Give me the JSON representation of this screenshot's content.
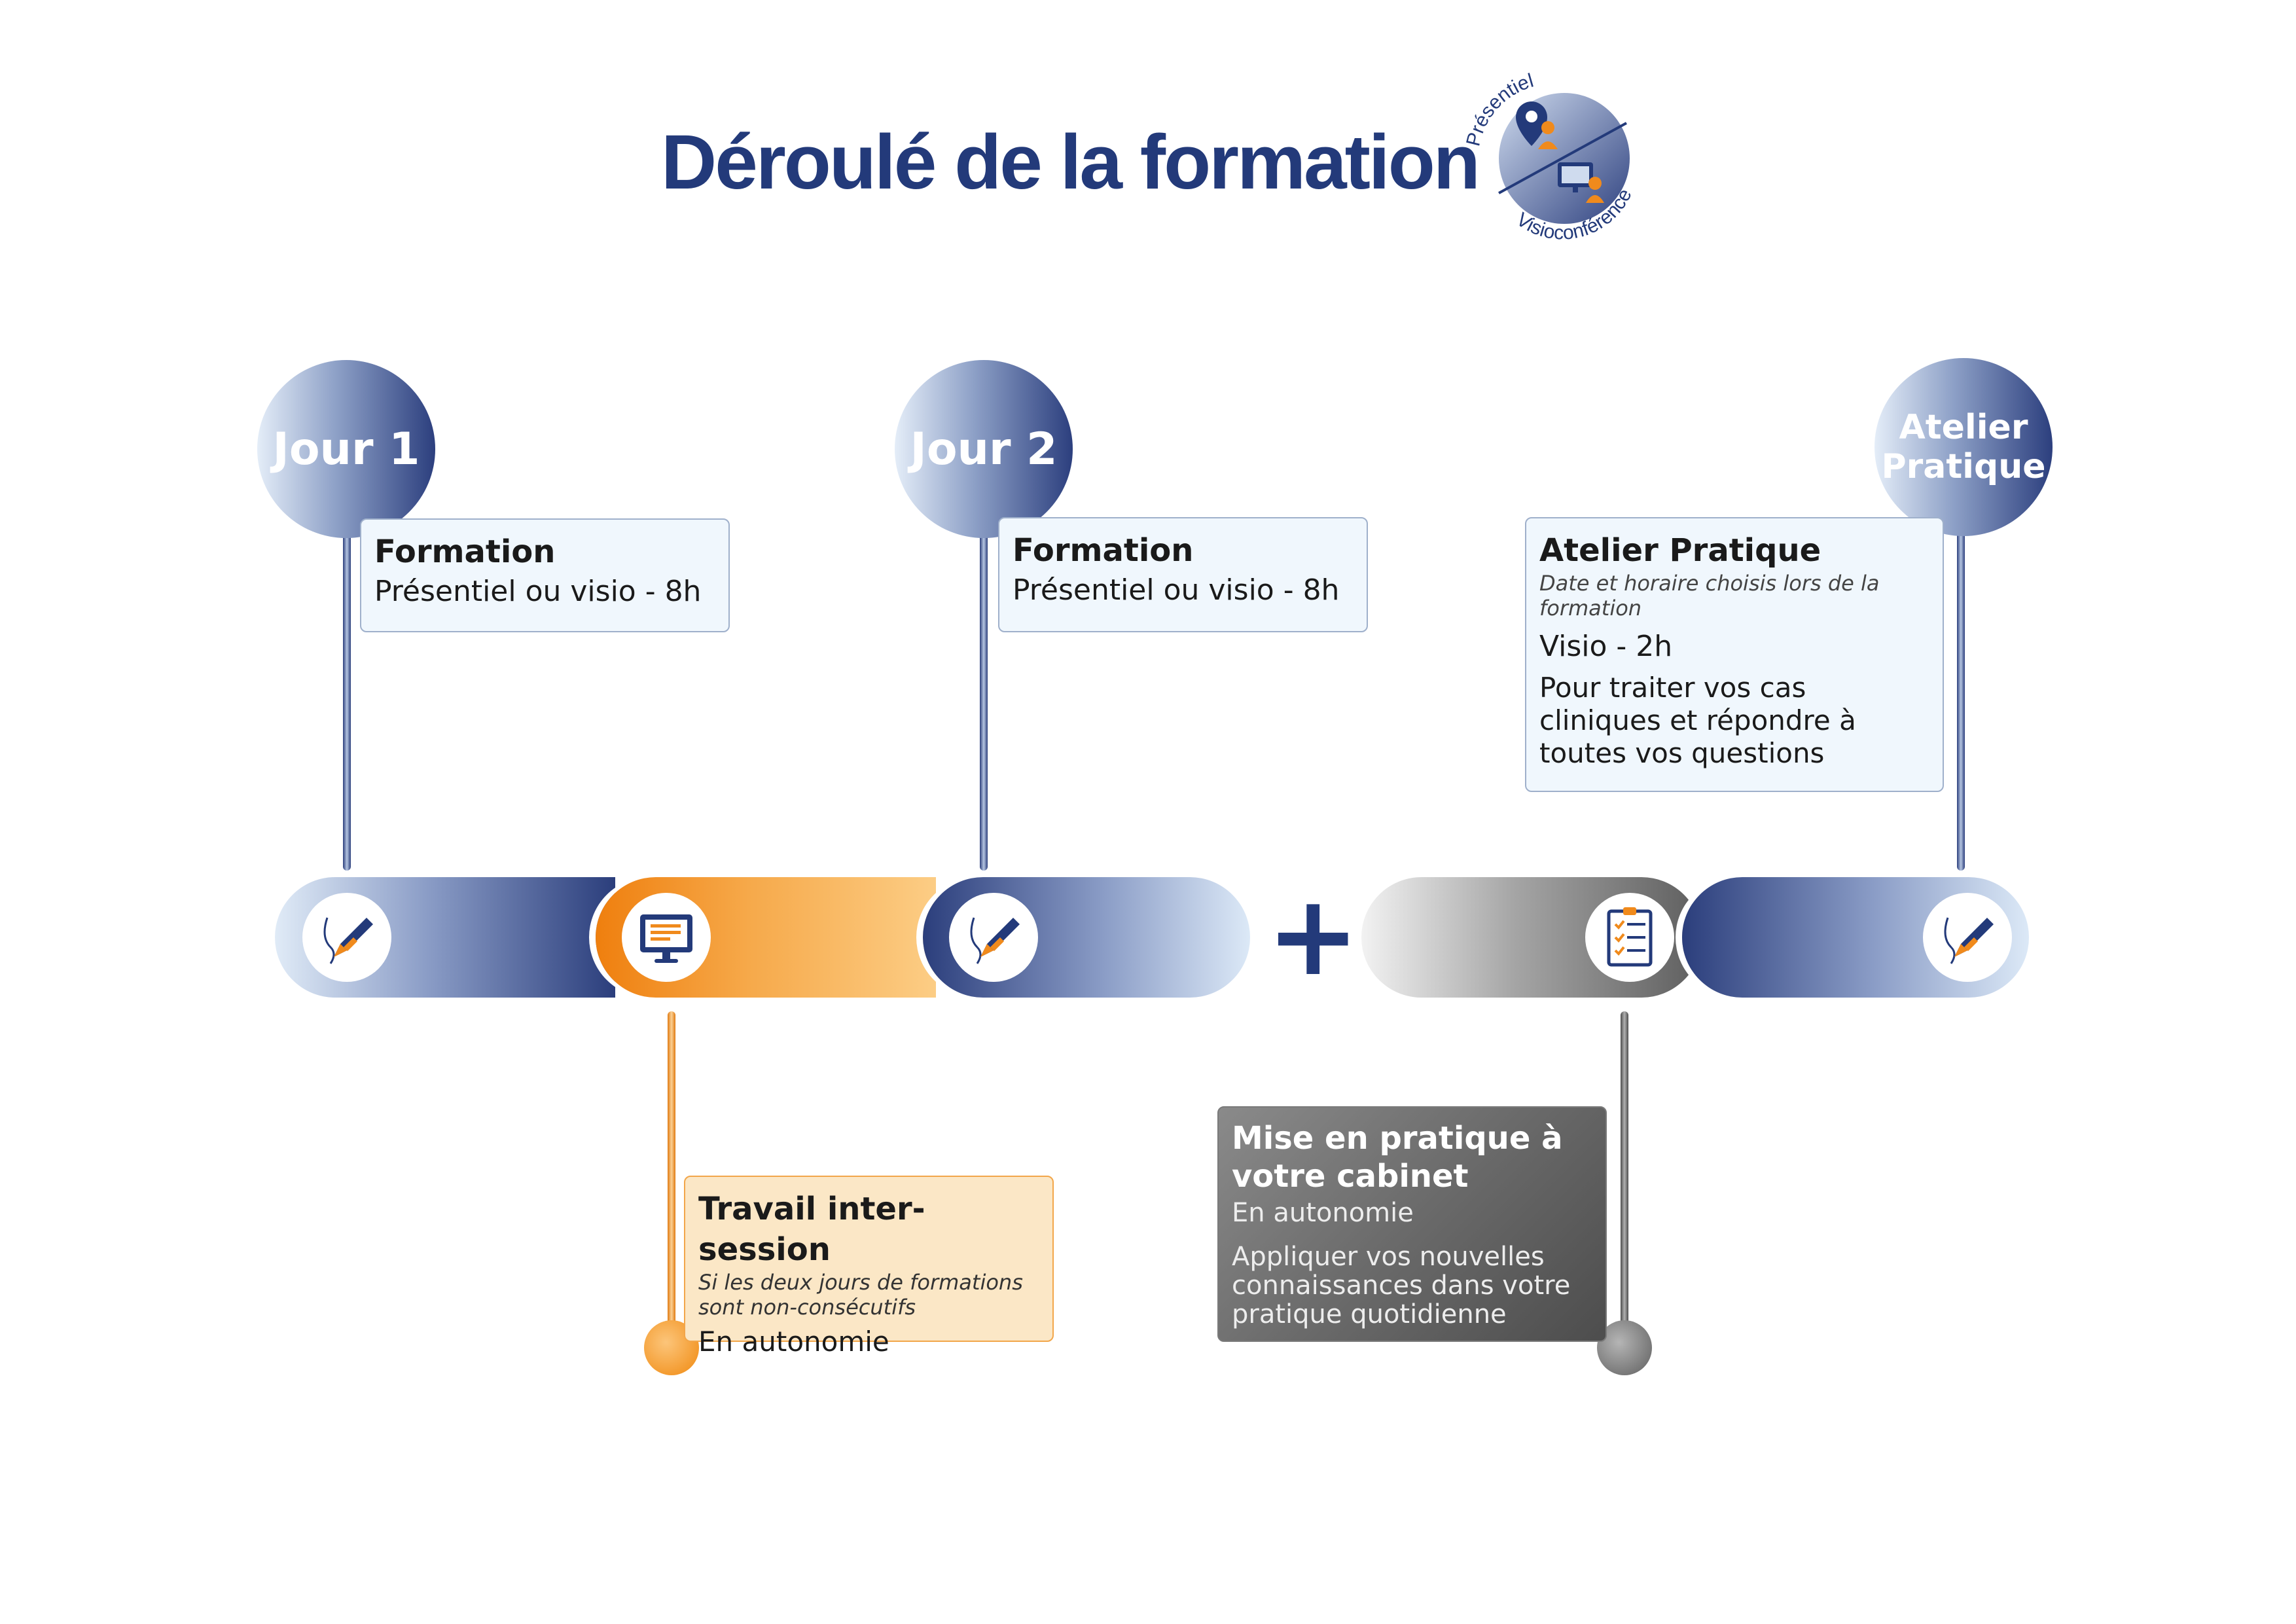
{
  "title": "Déroulé de la formation",
  "modes": {
    "top_label": "Présentiel",
    "bottom_label": "Visioconférence"
  },
  "steps": [
    {
      "circle": "Jour 1",
      "card_title": "Formation",
      "card_text": "Présentiel ou visio - 8h"
    },
    {
      "circle": "Jour 2",
      "card_title": "Formation",
      "card_text": "Présentiel ou visio - 8h"
    },
    {
      "circle_line1": "Atelier",
      "circle_line2": "Pratique",
      "card_title": "Atelier Pratique",
      "card_note": "Date et horaire choisis lors de la formation",
      "card_text": "Visio - 2h",
      "card_desc": "Pour traiter vos cas cliniques et répondre à toutes vos questions"
    }
  ],
  "inter_session": {
    "title": "Travail inter-session",
    "note": "Si les deux jours de formations sont non-consécutifs",
    "text": "En autonomie"
  },
  "practice": {
    "title": "Mise en pratique à votre cabinet",
    "text": "En autonomie",
    "desc": "Appliquer vos nouvelles connaissances dans votre pratique quotidienne"
  },
  "plus_sign": "+",
  "icons": [
    "pen-icon",
    "monitor-icon",
    "pen-icon",
    "checklist-icon",
    "pen-icon"
  ],
  "colors": {
    "navy": "#233a7a",
    "orange": "#f08a1c",
    "light_orange": "#fbe7c6",
    "grey": "#6e6e6e",
    "card_bg": "#f0f7fd"
  }
}
